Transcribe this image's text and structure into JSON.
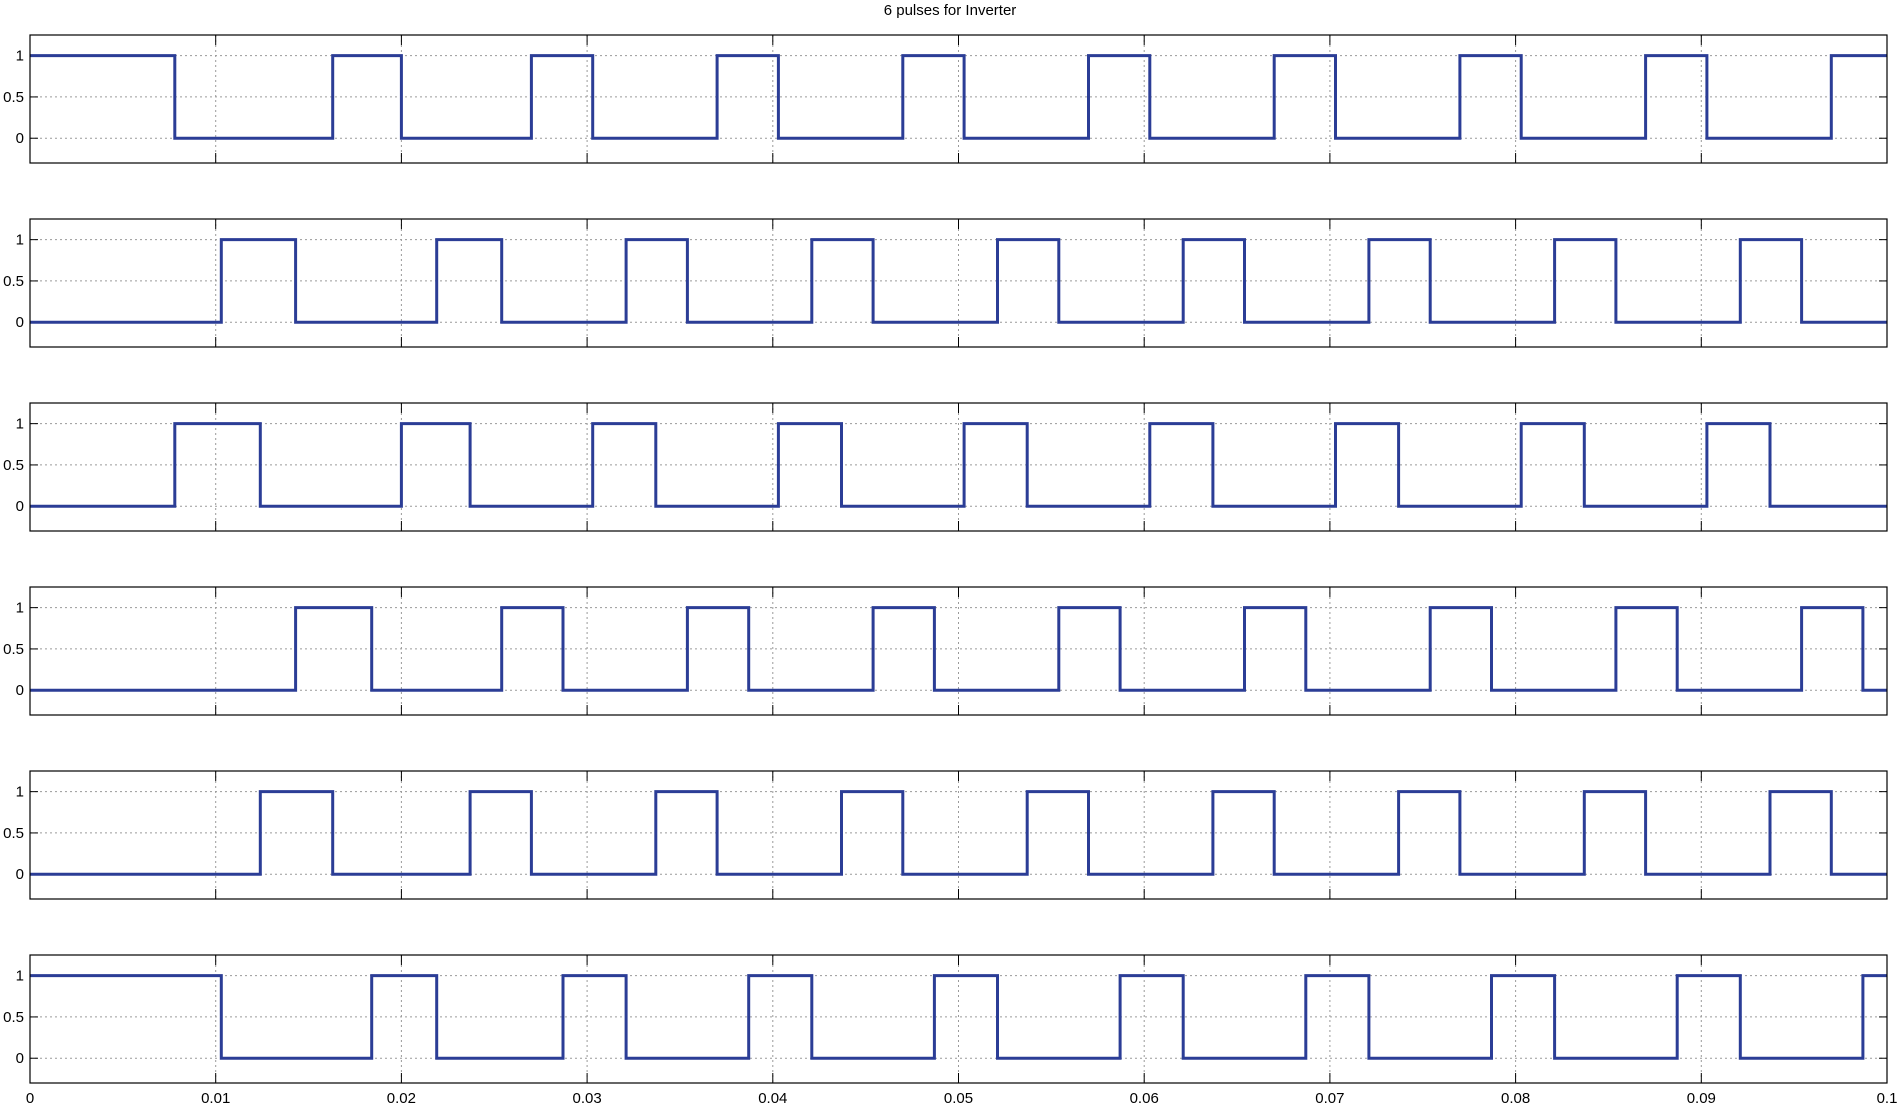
{
  "chart_data": {
    "type": "line",
    "title": "6 pulses for Inverter",
    "x_ticks": [
      "0",
      "0.01",
      "0.02",
      "0.03",
      "0.04",
      "0.05",
      "0.06",
      "0.07",
      "0.08",
      "0.09",
      "0.1"
    ],
    "y_ticks": [
      "0",
      "0.5",
      "1"
    ],
    "xlim": [
      0,
      0.1
    ],
    "ylim": [
      -0.3,
      1.25
    ],
    "grid": true,
    "line_color": "#2b3d96",
    "subplots": [
      {
        "values_at_start": 1,
        "transitions": [
          0.0078,
          0.0163,
          0.02,
          0.027,
          0.0303,
          0.037,
          0.0403,
          0.047,
          0.0503,
          0.057,
          0.0603,
          0.067,
          0.0703,
          0.077,
          0.0803,
          0.087,
          0.0903,
          0.097
        ]
      },
      {
        "values_at_start": 0,
        "transitions": [
          0.0103,
          0.0143,
          0.0219,
          0.0254,
          0.0321,
          0.0354,
          0.0421,
          0.0454,
          0.0521,
          0.0554,
          0.0621,
          0.0654,
          0.0721,
          0.0754,
          0.0821,
          0.0854,
          0.0921,
          0.0954
        ]
      },
      {
        "values_at_start": 0,
        "transitions": [
          0.0078,
          0.0124,
          0.02,
          0.0237,
          0.0303,
          0.0337,
          0.0403,
          0.0437,
          0.0503,
          0.0537,
          0.0603,
          0.0637,
          0.0703,
          0.0737,
          0.0803,
          0.0837,
          0.0903,
          0.0937
        ]
      },
      {
        "values_at_start": 0,
        "transitions": [
          0.0143,
          0.0184,
          0.0254,
          0.0287,
          0.0354,
          0.0387,
          0.0454,
          0.0487,
          0.0554,
          0.0587,
          0.0654,
          0.0687,
          0.0754,
          0.0787,
          0.0854,
          0.0887,
          0.0954,
          0.0987
        ]
      },
      {
        "values_at_start": 0,
        "transitions": [
          0.0124,
          0.0163,
          0.0237,
          0.027,
          0.0337,
          0.037,
          0.0437,
          0.047,
          0.0537,
          0.057,
          0.0637,
          0.067,
          0.0737,
          0.077,
          0.0837,
          0.087,
          0.0937,
          0.097
        ]
      },
      {
        "values_at_start": 1,
        "transitions": [
          0.0103,
          0.0184,
          0.0219,
          0.0287,
          0.0321,
          0.0387,
          0.0421,
          0.0487,
          0.0521,
          0.0587,
          0.0621,
          0.0687,
          0.0721,
          0.0787,
          0.0821,
          0.0887,
          0.0921,
          0.0987
        ]
      }
    ]
  }
}
